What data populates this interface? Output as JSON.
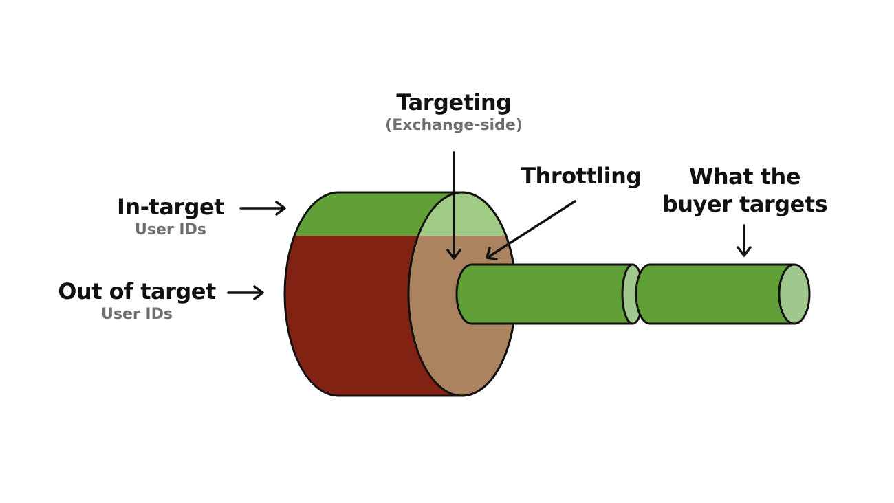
{
  "labels": {
    "targeting": {
      "title": "Targeting",
      "subtitle": "(Exchange-side)"
    },
    "throttling": {
      "title": "Throttling"
    },
    "buyer": {
      "line1": "What the",
      "line2": "buyer targets"
    },
    "in_target": {
      "title": "In-target",
      "subtitle": "User IDs"
    },
    "out_of_target": {
      "title": "Out of target",
      "subtitle": "User IDs"
    }
  },
  "colors": {
    "in_target_green": "#60a037",
    "in_target_face": "#9fcb85",
    "out_of_target_red": "#812213",
    "targeted_face": "#ac835f",
    "pipe_green": "#60a037",
    "pipe_end": "#a0c78e",
    "outline": "#111111"
  }
}
